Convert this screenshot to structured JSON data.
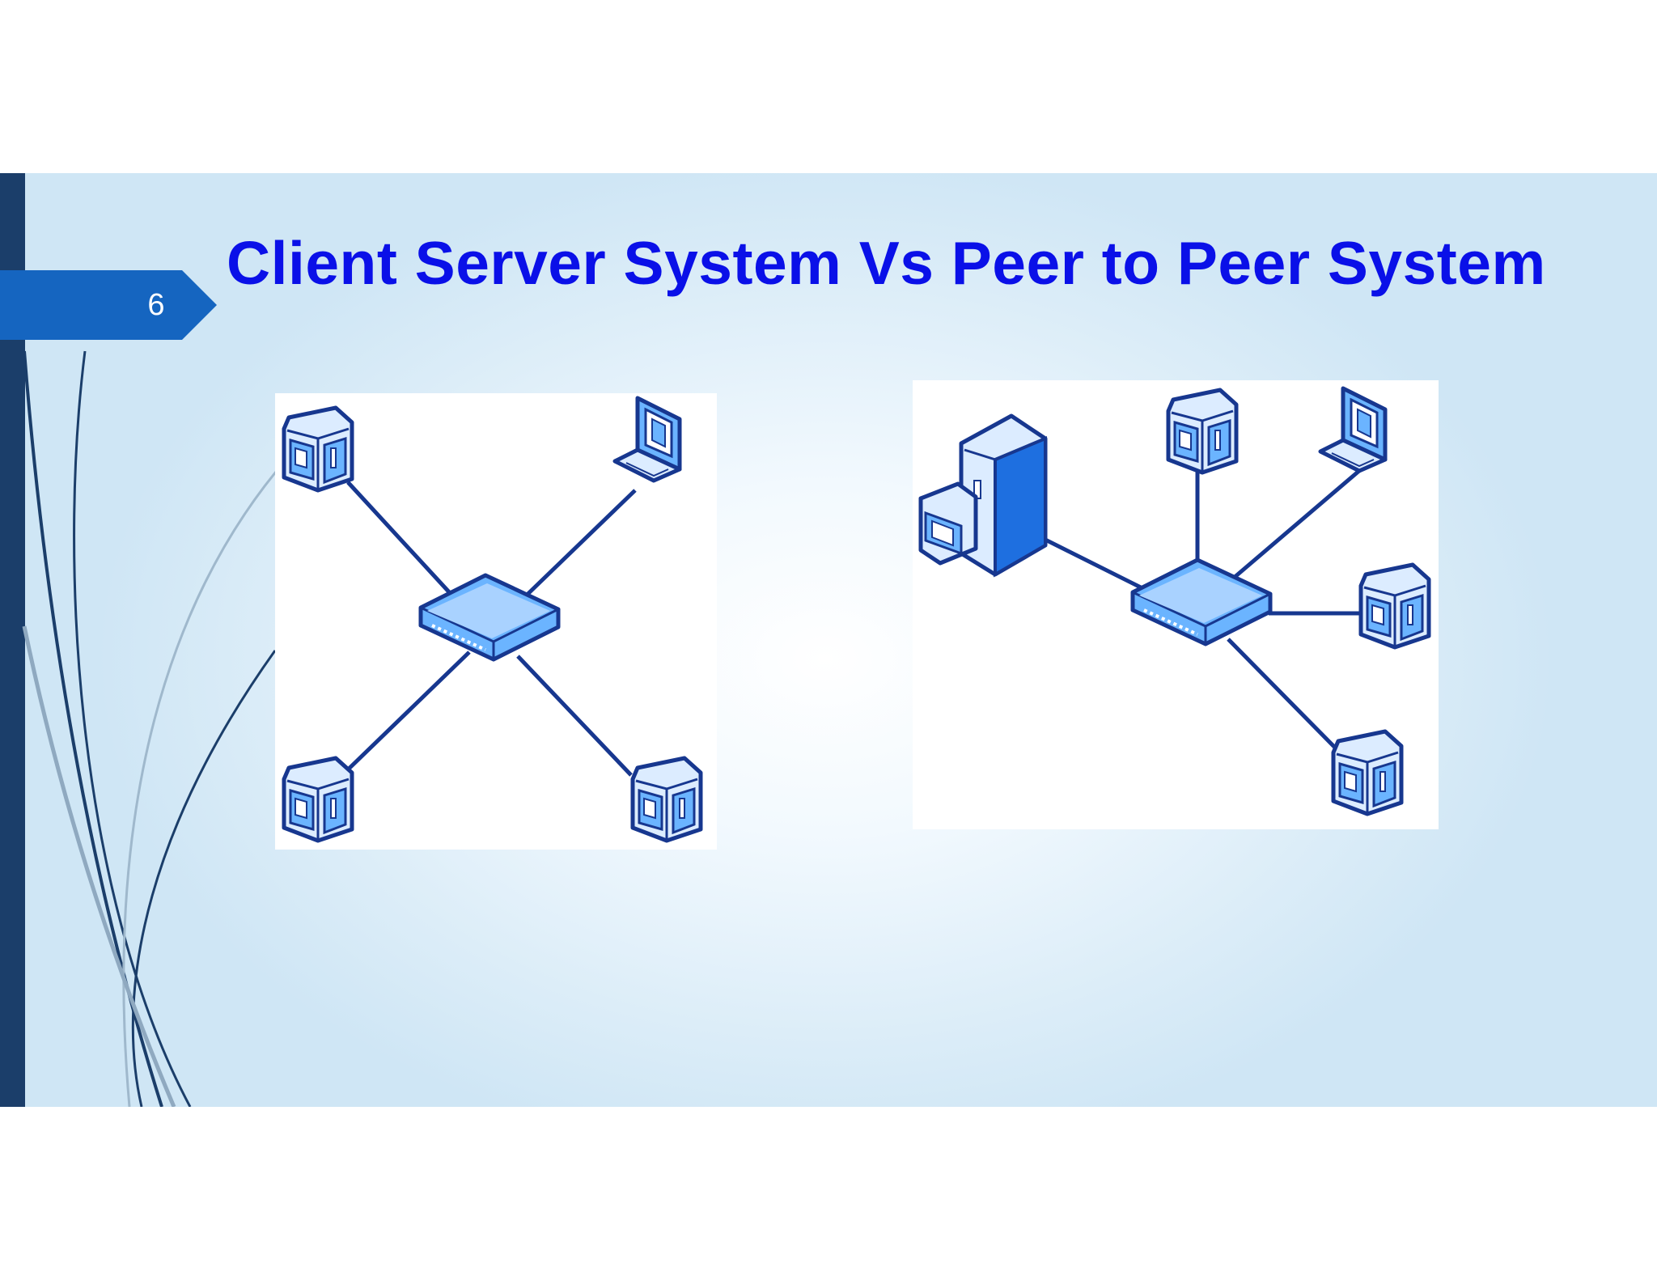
{
  "slide": {
    "number": "6",
    "title": "Client Server System Vs Peer to Peer System"
  },
  "colors": {
    "title": "#0a10e8",
    "accent_bar": "#1b3e6a",
    "number_tab": "#1565c0",
    "device_fill": "#6bb4ff",
    "device_outline": "#17378f"
  },
  "diagrams": [
    {
      "id": "client-server",
      "hub": "switch-icon",
      "devices": [
        "desktop-icon",
        "laptop-icon",
        "desktop-icon",
        "desktop-icon"
      ]
    },
    {
      "id": "peer-to-peer",
      "hub": "switch-icon",
      "devices": [
        "server-icon",
        "desktop-icon",
        "laptop-icon",
        "desktop-icon",
        "desktop-icon"
      ]
    }
  ]
}
